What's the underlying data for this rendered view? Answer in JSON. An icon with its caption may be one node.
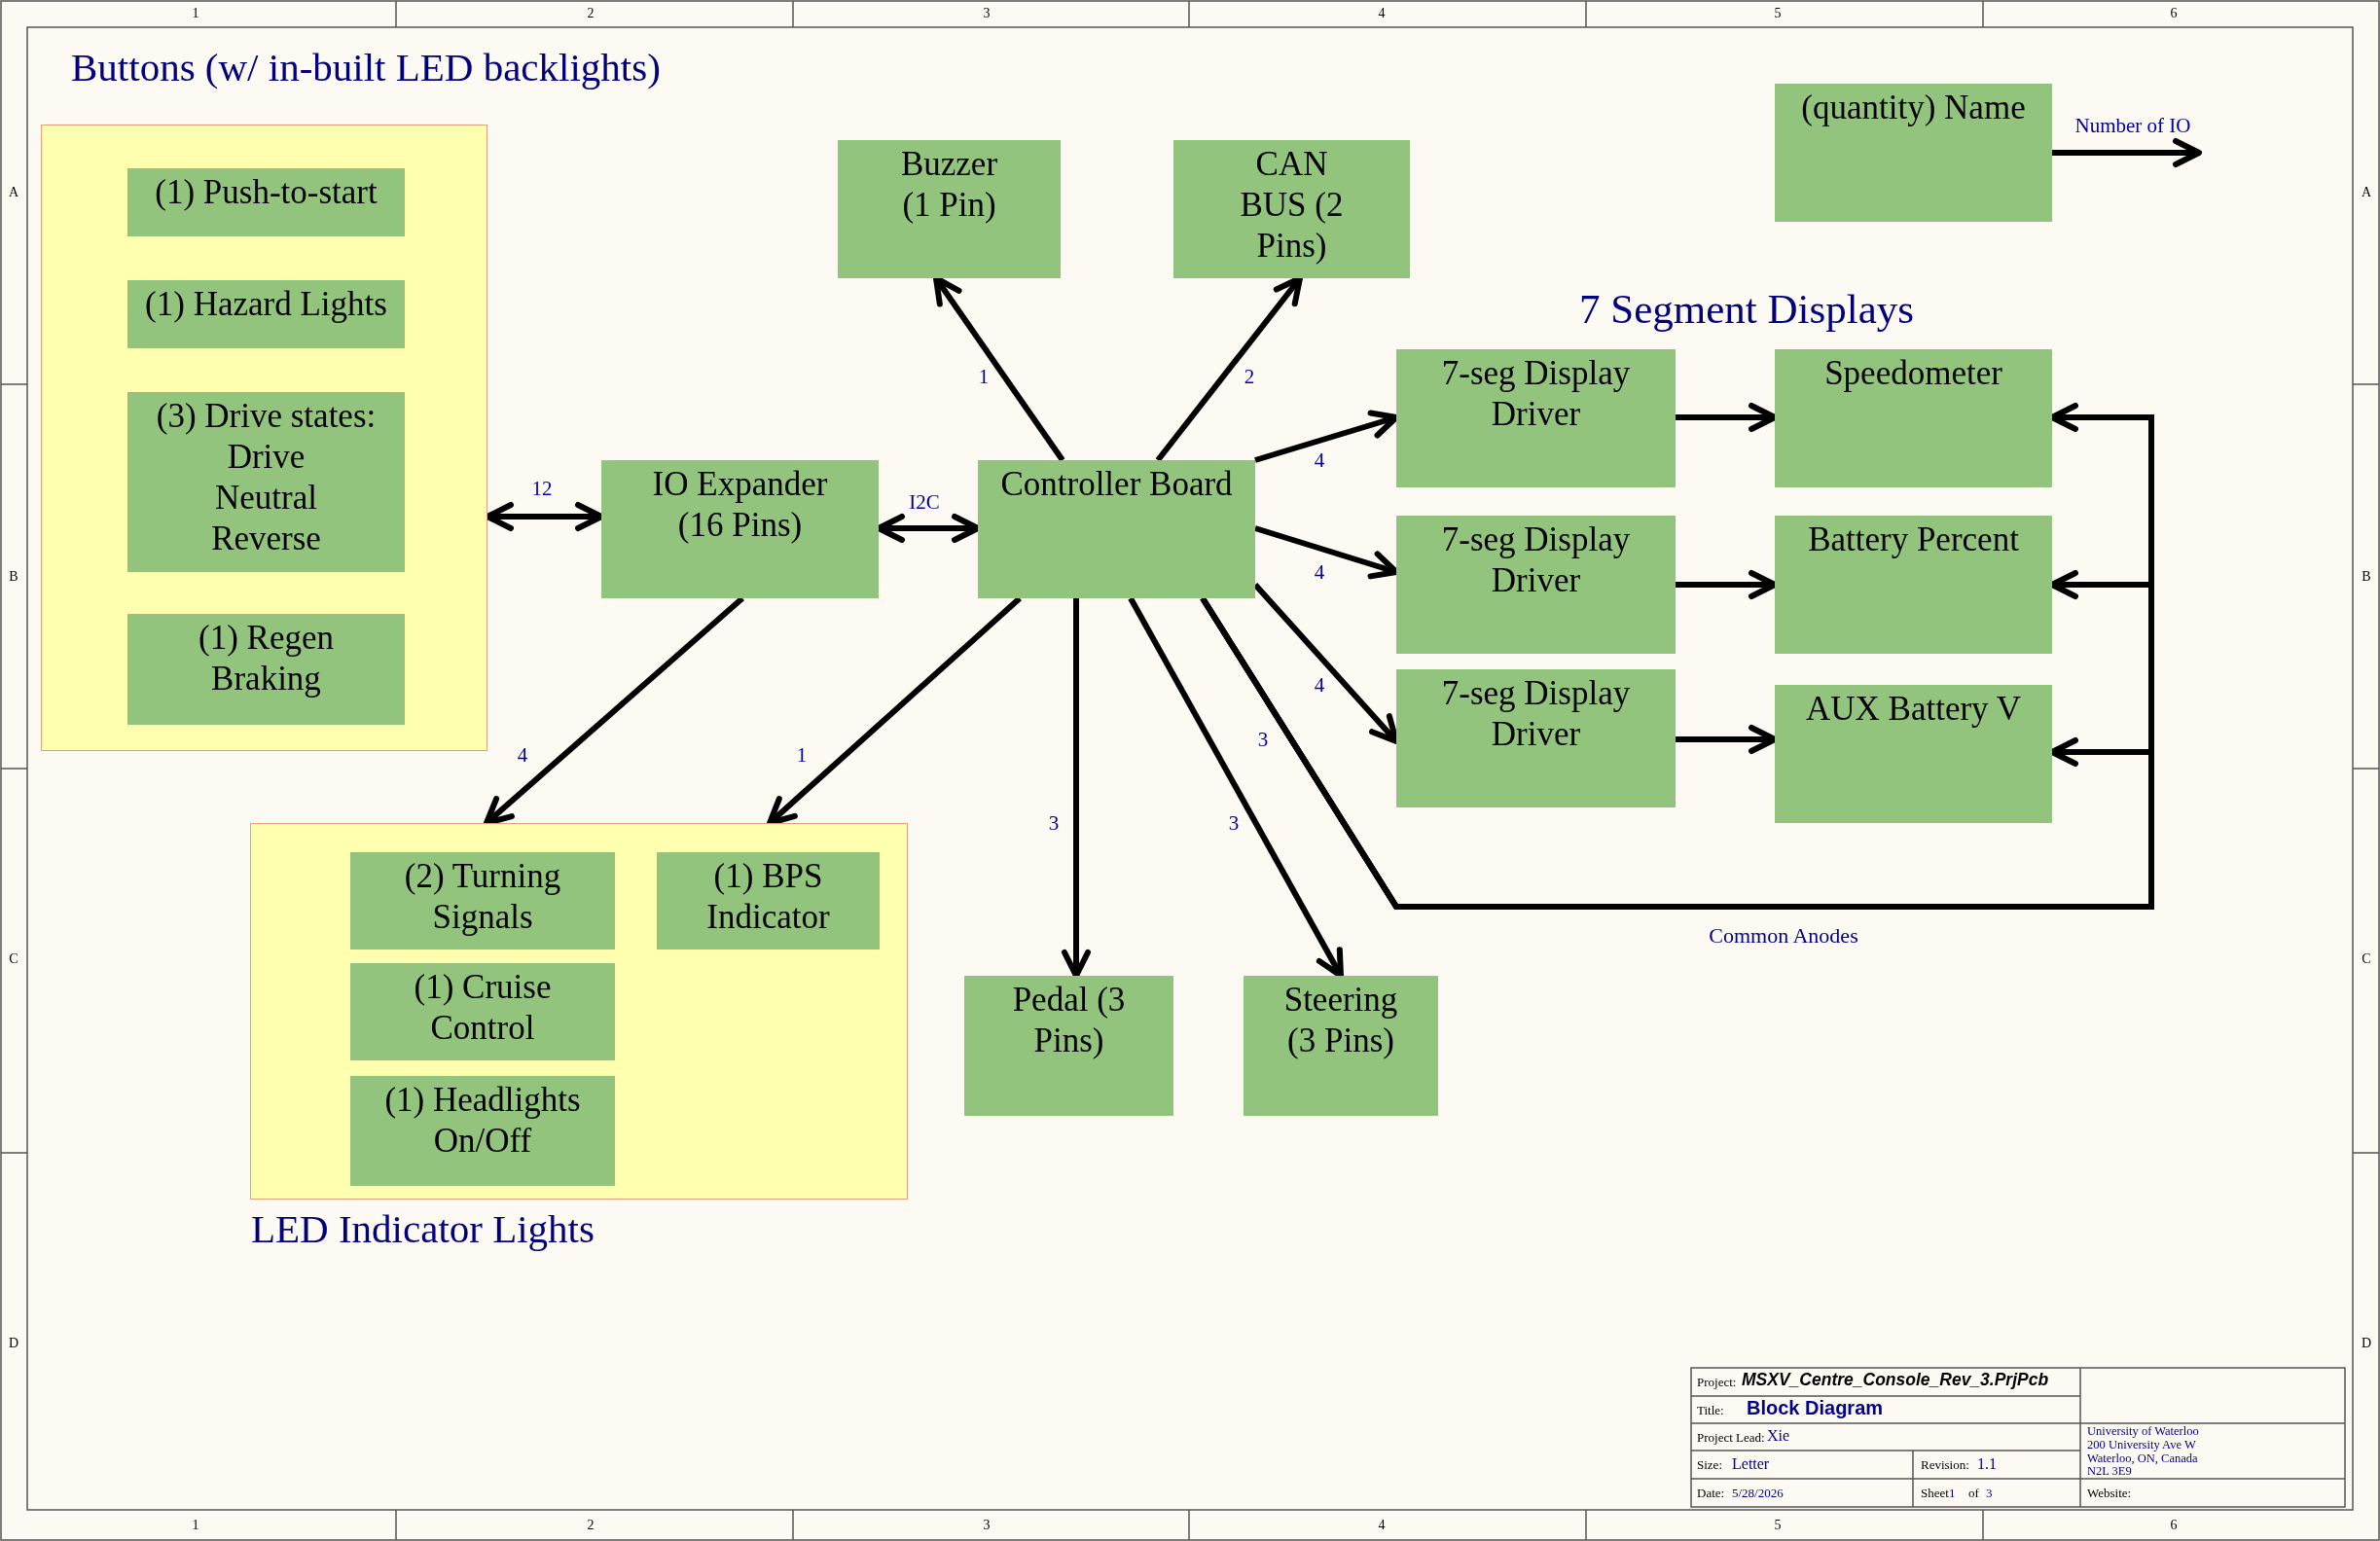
{
  "diagram": {
    "nodes": [
      {
        "text": [
          "Buttons (w/ in-built LED backlights)"
        ]
      },
      {
        "text": [
          "(1) Push-to-start"
        ],
        "in": 0
      },
      {
        "text": [
          "(1) Hazard Lights"
        ],
        "in": 0
      },
      {
        "text": [
          "(3) Drive states:",
          "Drive Neutral Reverse"
        ],
        "in": 0
      },
      {
        "text": [
          "(1) Regen Braking"
        ],
        "in": 0
      },
      {
        "text": [
          "IO Expander (16 Pins)"
        ]
      },
      {
        "text": [
          "Controller Board"
        ]
      },
      {
        "text": [
          "Buzzer (1 Pin)"
        ]
      },
      {
        "text": [
          "CAN BUS (2 Pins)"
        ]
      },
      {
        "text": [
          "(quantity) Name"
        ]
      },
      {
        "text": [
          "7-seg Display Driver"
        ]
      },
      {
        "text": [
          "7-seg Display Driver"
        ]
      },
      {
        "text": [
          "7-seg Display Driver"
        ]
      },
      {
        "text": [
          "Speedometer"
        ]
      },
      {
        "text": [
          "Battery Percent"
        ]
      },
      {
        "text": [
          "AUX Battery V"
        ]
      },
      {
        "text": [
          "LED Indicator Lights"
        ]
      },
      {
        "text": [
          "(2) Turning Signals"
        ],
        "in": 16
      },
      {
        "text": [
          "(1) Cruise Control"
        ],
        "in": 16
      },
      {
        "text": [
          "(1) Headlights On/Off"
        ],
        "in": 16
      },
      {
        "text": [
          "(1) BPS Indicator"
        ],
        "in": 16
      },
      {
        "text": [
          "Pedal (3 Pins)"
        ]
      },
      {
        "text": [
          "Steering (3 Pins)"
        ]
      }
    ],
    "edges": [
      {
        "from": 0,
        "to": 5,
        "arrow": "both",
        "label": "12"
      },
      {
        "from": 5,
        "to": 6,
        "arrow": "both",
        "label": "I2C"
      },
      {
        "from": 6,
        "to": 7,
        "arrow": "to",
        "label": "1"
      },
      {
        "from": 6,
        "to": 8,
        "arrow": "to",
        "label": "2"
      },
      {
        "from": 6,
        "to": 10,
        "arrow": "to",
        "label": "4"
      },
      {
        "from": 6,
        "to": 11,
        "arrow": "to",
        "label": "4"
      },
      {
        "from": 6,
        "to": 12,
        "arrow": "to",
        "label": "4"
      },
      {
        "from": 10,
        "to": 13,
        "arrow": "to"
      },
      {
        "from": 11,
        "to": 14,
        "arrow": "to"
      },
      {
        "from": 12,
        "to": 15,
        "arrow": "to"
      },
      {
        "from": 6,
        "to": 13,
        "arrow": "to",
        "label": "3"
      },
      {
        "from": 6,
        "to": 14,
        "arrow": "to"
      },
      {
        "from": 6,
        "to": 15,
        "arrow": "to"
      },
      {
        "from": 6,
        "to": 21,
        "arrow": "to",
        "label": "3"
      },
      {
        "from": 6,
        "to": 22,
        "arrow": "to",
        "label": "3"
      },
      {
        "from": 6,
        "to": 16,
        "arrow": "to",
        "label": "1"
      },
      {
        "from": 5,
        "to": 16,
        "arrow": "to",
        "label": "4"
      },
      {
        "from": 9,
        "to": null,
        "arrow": "to",
        "label": "Number of IO"
      }
    ],
    "labels": [
      "1",
      "2",
      "3",
      "4",
      "5",
      "6",
      "A",
      "A",
      "B",
      "B",
      "C",
      "C",
      "D",
      "D",
      "7 Segment Displays",
      "Common Anodes",
      "Project:",
      "MSXV_Centre_Console_Rev_3.PrjPcb",
      "Title:",
      "Block Diagram",
      "Project Lead:",
      "Xie",
      "University of Waterloo 200 University Ave W Waterloo, ON, Canada N2L 3E9",
      "Size:",
      "Letter",
      "Revision:",
      "1.1",
      "Date:",
      "5/28/2026",
      "Sheet",
      "1",
      "of",
      "3",
      "Website:",
      "1",
      "2",
      "3",
      "4",
      "5",
      "6"
    ]
  }
}
